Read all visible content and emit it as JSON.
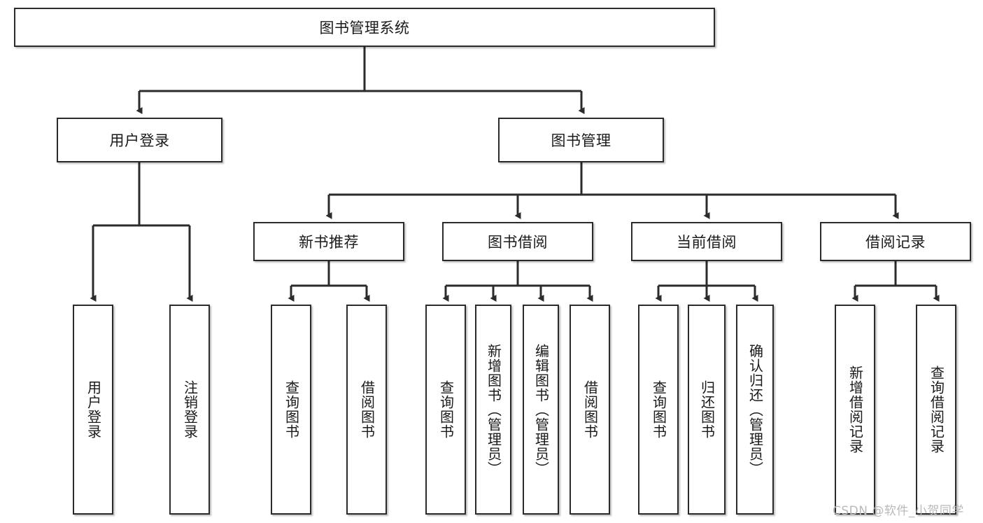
{
  "title": "图书管理系统",
  "watermark": "CSDN @软件_小贺同学",
  "colors": {
    "stroke": "#2b2b2b",
    "fill": "#ffffff",
    "text": "#1a1a1a",
    "watermark": "#b9b9b9"
  },
  "chart_data": {
    "type": "diagram",
    "subtype": "tree-hierarchy",
    "title": "图书管理系统",
    "orientation": "top-down",
    "nodes": [
      {
        "id": "root",
        "label": "图书管理系统",
        "level": 0,
        "parent": null
      },
      {
        "id": "l2a",
        "label": "用户登录",
        "level": 1,
        "parent": "root"
      },
      {
        "id": "l2b",
        "label": "图书管理",
        "level": 1,
        "parent": "root"
      },
      {
        "id": "l3a",
        "label": "新书推荐",
        "level": 2,
        "parent": "l2b"
      },
      {
        "id": "l3b",
        "label": "图书借阅",
        "level": 2,
        "parent": "l2b"
      },
      {
        "id": "l3c",
        "label": "当前借阅",
        "level": 2,
        "parent": "l2b"
      },
      {
        "id": "l3d",
        "label": "借阅记录",
        "level": 2,
        "parent": "l2b"
      },
      {
        "id": "leaf1",
        "label": "用户登录",
        "level": 3,
        "parent": "l2a"
      },
      {
        "id": "leaf2",
        "label": "注销登录",
        "level": 3,
        "parent": "l2a"
      },
      {
        "id": "leaf3",
        "label": "查询图书",
        "level": 3,
        "parent": "l3a"
      },
      {
        "id": "leaf4",
        "label": "借阅图书",
        "level": 3,
        "parent": "l3a"
      },
      {
        "id": "leaf5",
        "label": "查询图书",
        "level": 3,
        "parent": "l3b"
      },
      {
        "id": "leaf6",
        "label": "新增图书（管理员）",
        "level": 3,
        "parent": "l3b"
      },
      {
        "id": "leaf7",
        "label": "编辑图书（管理员）",
        "level": 3,
        "parent": "l3b"
      },
      {
        "id": "leaf8",
        "label": "借阅图书",
        "level": 3,
        "parent": "l3b"
      },
      {
        "id": "leaf9",
        "label": "查询图书",
        "level": 3,
        "parent": "l3c"
      },
      {
        "id": "leaf10",
        "label": "归还图书",
        "level": 3,
        "parent": "l3c"
      },
      {
        "id": "leaf11",
        "label": "确认归还（管理员）",
        "level": 3,
        "parent": "l3c"
      },
      {
        "id": "leaf12",
        "label": "新增借阅记录",
        "level": 3,
        "parent": "l3d"
      },
      {
        "id": "leaf13",
        "label": "查询借阅记录",
        "level": 3,
        "parent": "l3d"
      }
    ],
    "edges": [
      {
        "from": "root",
        "to": "l2a"
      },
      {
        "from": "root",
        "to": "l2b"
      },
      {
        "from": "l2b",
        "to": "l3a"
      },
      {
        "from": "l2b",
        "to": "l3b"
      },
      {
        "from": "l2b",
        "to": "l3c"
      },
      {
        "from": "l2b",
        "to": "l3d"
      },
      {
        "from": "l2a",
        "to": "leaf1"
      },
      {
        "from": "l2a",
        "to": "leaf2"
      },
      {
        "from": "l3a",
        "to": "leaf3"
      },
      {
        "from": "l3a",
        "to": "leaf4"
      },
      {
        "from": "l3b",
        "to": "leaf5"
      },
      {
        "from": "l3b",
        "to": "leaf6"
      },
      {
        "from": "l3b",
        "to": "leaf7"
      },
      {
        "from": "l3b",
        "to": "leaf8"
      },
      {
        "from": "l3c",
        "to": "leaf9"
      },
      {
        "from": "l3c",
        "to": "leaf10"
      },
      {
        "from": "l3c",
        "to": "leaf11"
      },
      {
        "from": "l3d",
        "to": "leaf12"
      },
      {
        "from": "l3d",
        "to": "leaf13"
      }
    ]
  }
}
